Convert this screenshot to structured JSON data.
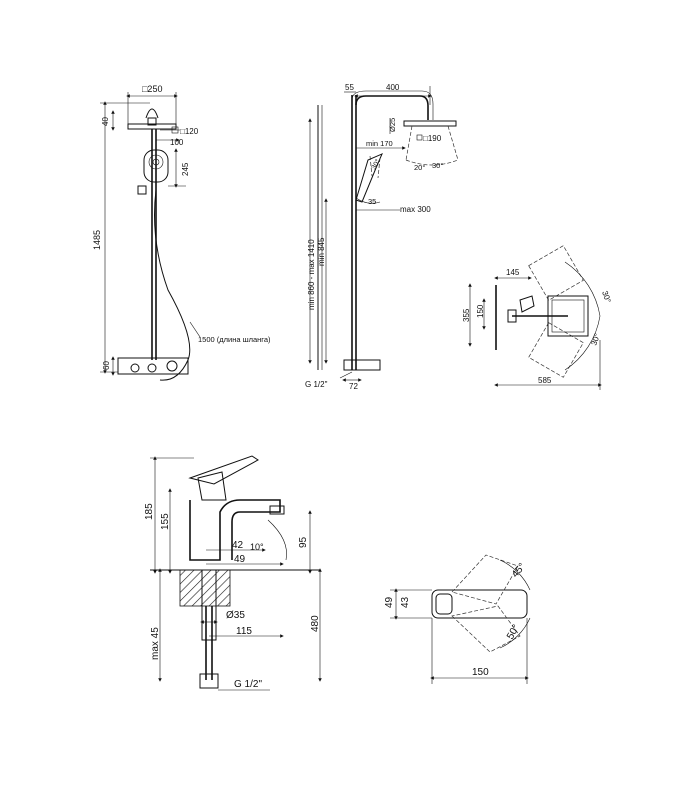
{
  "shower_front": {
    "dims": {
      "head_width": "□250",
      "head_height": "40",
      "handshower_box": "□120",
      "handshower_offset": "100",
      "bar_245": "245",
      "total_height": "1485",
      "base_height": "60",
      "hose_note": "1500 (длина шланга)"
    }
  },
  "shower_side": {
    "dims": {
      "wall_55": "55",
      "arm_400": "400",
      "dia_25": "Ø25",
      "head_190": "□190",
      "min_170": "min 170",
      "angle_20": "20°",
      "angle_30a": "30°",
      "angle_30b": "30°",
      "angle_35": "35",
      "max_300": "max 300",
      "height_range": "min 860 - max 1410",
      "min_845": "min 845",
      "thread": "G 1/2\"",
      "offset_72": "72"
    }
  },
  "shower_top": {
    "dims": {
      "d145": "145",
      "d355": "355",
      "d150": "150",
      "d585": "585",
      "angle_top": "30°",
      "angle_bottom": "30°"
    }
  },
  "faucet_side": {
    "dims": {
      "h185": "185",
      "h155": "155",
      "d42": "42",
      "angle_10": "10°",
      "h95": "95",
      "d49": "49",
      "dia35": "Ø35",
      "d115": "115",
      "h480": "480",
      "max45": "max 45",
      "thread": "G 1/2\""
    }
  },
  "faucet_top": {
    "dims": {
      "h49": "49",
      "h43": "43",
      "angle_45": "45°",
      "angle_50": "50°",
      "w150": "150"
    }
  }
}
